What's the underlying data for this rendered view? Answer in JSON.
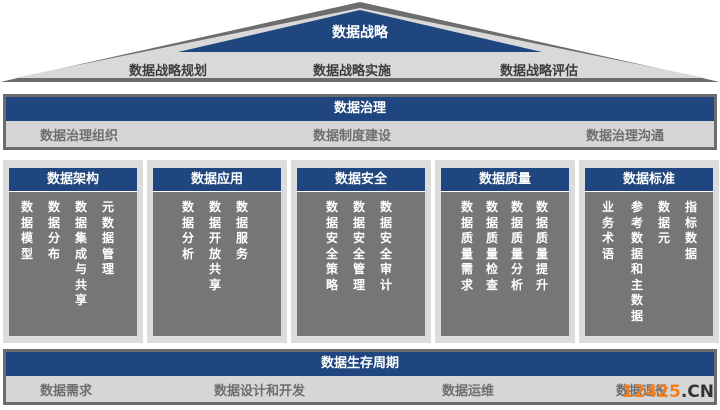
{
  "roof": {
    "title": "数据战略",
    "items": [
      "数据战略规划",
      "数据战略实施",
      "数据战略评估"
    ]
  },
  "governance": {
    "title": "数据治理",
    "items": [
      "数据治理组织",
      "数据制度建设",
      "数据治理沟通"
    ]
  },
  "pillars": [
    {
      "title": "数据架构",
      "columns": [
        "数据模型",
        "数据分布",
        "数据集成与共享",
        "元数据管理"
      ]
    },
    {
      "title": "数据应用",
      "columns": [
        "数据分析",
        "数据开放共享",
        "数据服务"
      ]
    },
    {
      "title": "数据安全",
      "columns": [
        "数据安全策略",
        "数据安全管理",
        "数据安全审计"
      ]
    },
    {
      "title": "数据质量",
      "columns": [
        "数据质量需求",
        "数据质量检查",
        "数据质量分析",
        "数据质量提升"
      ]
    },
    {
      "title": "数据标准",
      "columns": [
        "业务术语",
        "参考数据和主数据",
        "数据元",
        "指标数据"
      ]
    }
  ],
  "lifecycle": {
    "title": "数据生存周期",
    "items": [
      "数据需求",
      "数据设计和开发",
      "数据运维",
      "数据退役"
    ]
  },
  "watermark": {
    "number": "12425",
    "suffix": ".CN"
  },
  "colors": {
    "header_blue": "#1f467e",
    "pillar_gray": "#767676",
    "band_gray": "#d6d6d6",
    "watermark_orange": "#f07e1e"
  }
}
